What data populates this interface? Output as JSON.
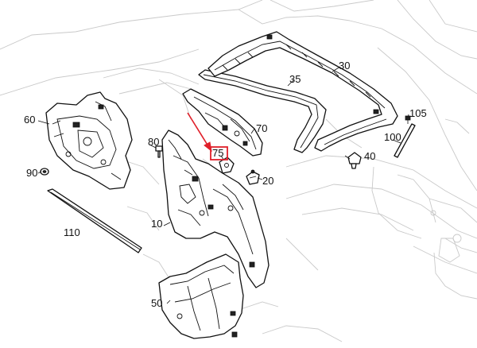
{
  "callouts": {
    "c10": "10",
    "c20": "20",
    "c30": "30",
    "c35": "35",
    "c40": "40",
    "c50": "50",
    "c60": "60",
    "c70": "70",
    "c75": "75",
    "c80": "80",
    "c90": "90",
    "c100": "100",
    "c105": "105",
    "c110": "110"
  },
  "highlight": {
    "callout": "75",
    "box_color": "#e0202a",
    "arrow_color": "#e0202a"
  }
}
